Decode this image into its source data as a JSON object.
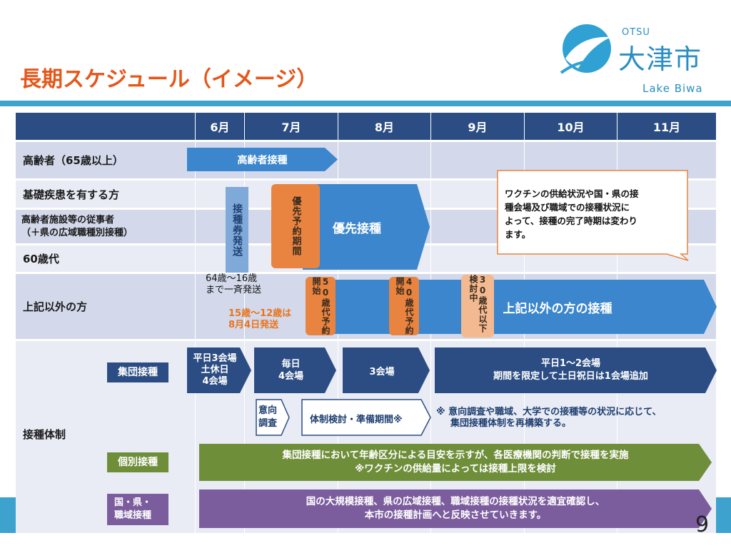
{
  "header": {
    "title": "長期スケジュール（イメージ）",
    "logo_otsu": "OTSU",
    "logo_kanji": "大津市",
    "logo_lake": "Lake Biwa"
  },
  "page_number": "9",
  "table": {
    "months": [
      "6月",
      "7月",
      "8月",
      "9月",
      "10月",
      "11月"
    ],
    "rows": {
      "elderly": "高齢者（65歳以上）",
      "underlying": "基礎疾患を有する方",
      "facility_line1": "高齢者施設等の従事者",
      "facility_line2": "（＋県の広域職種別接種）",
      "sixties": "60歳代",
      "others": "上記以外の方",
      "system": "接種体制"
    }
  },
  "bars": {
    "elderly": "高齢者接種",
    "voucher": "接種券発送",
    "priority_reservation": "優先予約期間",
    "priority": "優先接種",
    "res50": "50歳代予約開始",
    "res40": "40歳代予約開始",
    "study30": "30歳代以下検討中",
    "others": "上記以外の方の接種"
  },
  "notes": {
    "ship64_line1": "64歳～16歳",
    "ship64_line2": "まで一斉発送",
    "ship15_line1": "15歳～12歳は",
    "ship15_line2": "8月4日発送",
    "callout": [
      "ワクチンの供給状況や国・県の接",
      "種会場及び職域での接種状況に",
      "よって、接種の完了時期は変わり",
      "ます。"
    ],
    "group_note_line1": "※ 意向調査や職域、大学での接種等の状況に応じて、",
    "group_note_line2": "集団接種体制を再構築する。"
  },
  "system": {
    "group_label": "集団接種",
    "individual_label": "個別接種",
    "national_line1": "国・県・",
    "national_line2": "職域接種",
    "g1": [
      "平日3会場",
      "土休日",
      "4会場"
    ],
    "g2": [
      "毎日",
      "4会場"
    ],
    "g3": "3会場",
    "g4": [
      "平日1～2会場",
      "期間を限定して土日祝日は1会場追加"
    ],
    "survey": [
      "意向",
      "調査"
    ],
    "prep": "体制検討・準備期間※",
    "individual_text": [
      "集団接種において年齢区分による目安を示すが、各医療機関の判断で接種を実施",
      "※ワクチンの供給量によっては接種上限を検討"
    ],
    "national_text": [
      "国の大規模接種、県の広域接種、職域接種の接種状況を適宜確認し、",
      "本市の接種計画へと反映させていきます。"
    ]
  },
  "colors": {
    "title": "#e4571a",
    "header_bg": "#2c4d83",
    "accent_blue": "#3b86cc",
    "reservation_orange": "#e8843f",
    "green": "#6f8e3a",
    "purple": "#7b5d9e"
  }
}
